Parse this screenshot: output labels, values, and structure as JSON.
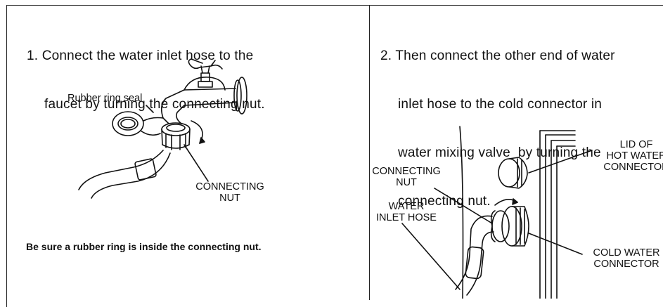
{
  "left_panel": {
    "instruction_line1": "1. Connect the water inlet hose to the",
    "instruction_line2": "faucet by turning the connecting nut.",
    "rubber_ring_label": "Rubber ring seal",
    "connecting_nut_label_1": "CONNECTING",
    "connecting_nut_label_2": "NUT",
    "note": "Be sure a rubber ring is inside the connecting nut."
  },
  "right_panel": {
    "instruction_line1": "2. Then connect the other end of water",
    "instruction_line2": "inlet hose to the cold connector in",
    "instruction_line3": "water mixing valve  by turning the",
    "instruction_line4": "connecting nut.",
    "lid_label_1": "LID OF",
    "lid_label_2": "HOT WATER",
    "lid_label_3": "CONNECTOR",
    "connecting_nut_label_1": "CONNECTING",
    "connecting_nut_label_2": "NUT",
    "hose_label_1": "WATER",
    "hose_label_2": "INLET HOSE",
    "cold_label_1": "COLD  WATER",
    "cold_label_2": "CONNECTOR"
  }
}
